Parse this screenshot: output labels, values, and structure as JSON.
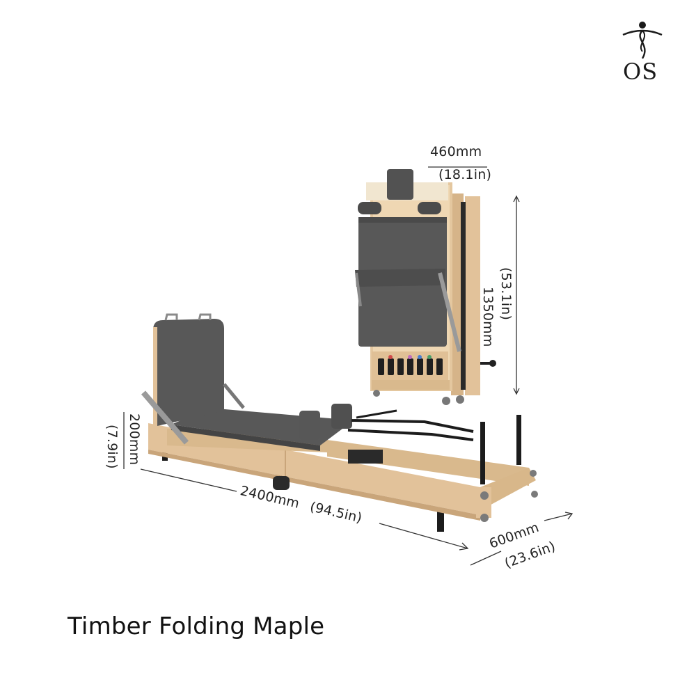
{
  "brand": {
    "logo_text": "OS",
    "logo_icon": "person-figure-icon"
  },
  "product": {
    "name": "Timber Folding Maple"
  },
  "dimensions": {
    "folded_width_mm": "460mm",
    "folded_width_in": "(18.1in)",
    "folded_height_mm": "1350mm",
    "folded_height_in": "(53.1in)",
    "height_mm": "200mm",
    "height_in": "(7.9in)",
    "length_mm": "2400mm",
    "length_in": "(94.5in)",
    "width_mm": "600mm",
    "width_in": "(23.6in)"
  },
  "colors": {
    "maple_wood": "#e2c29a",
    "wood_shadow": "#c9a57a",
    "upholstery": "#5a5a5a",
    "upholstery_dark": "#454545",
    "steel": "#9a9a9a",
    "black_parts": "#1c1c1c"
  }
}
